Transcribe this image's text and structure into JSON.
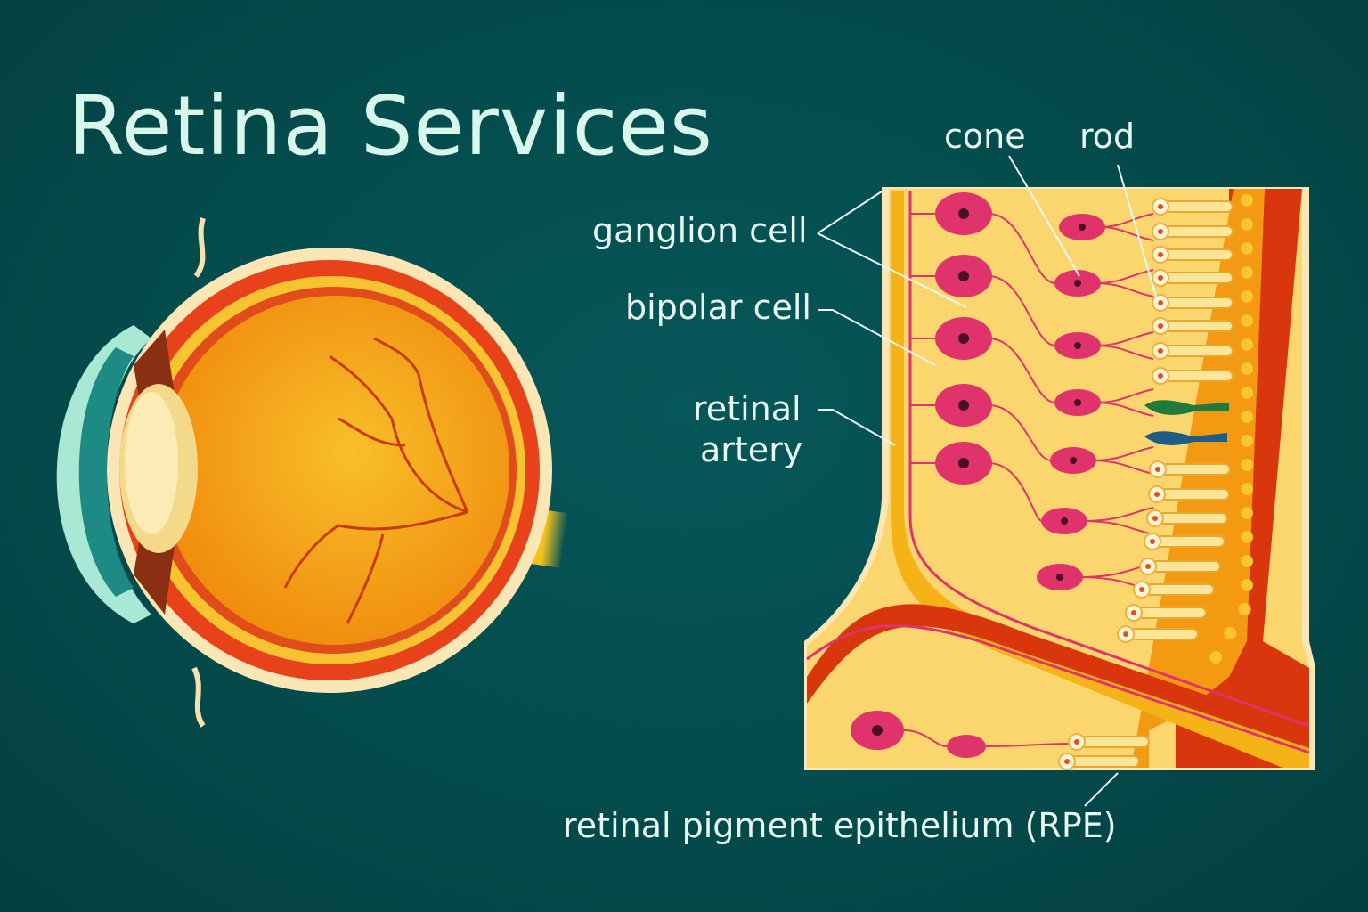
{
  "title": "Retina Services",
  "labels": {
    "cone": "cone",
    "rod": "rod",
    "ganglion": "ganglion cell",
    "bipolar": "bipolar cell",
    "artery_line1": "retinal",
    "artery_line2": "artery",
    "rpe": "retinal pigment epithelium (RPE)"
  },
  "colors": {
    "background": "#044a4b",
    "title": "#d9f6ea",
    "retina_yellow": "#fbd66e",
    "cell_pink": "#e0336b",
    "vessel_red": "#d9360e",
    "orange": "#f39a12",
    "cone_green": "#1f7a3c",
    "cone_blue": "#1d5d86"
  }
}
